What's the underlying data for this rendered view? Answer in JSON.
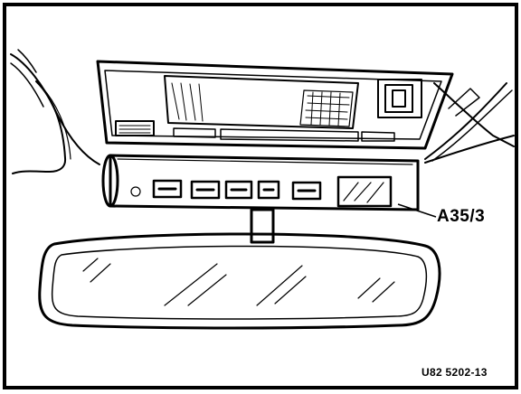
{
  "labels": {
    "callout": "A35/3",
    "figure_ref": "U82 5202-13"
  },
  "icons": {
    "illustration": "overhead-console-mirror-drawing",
    "pointer": "leader-line"
  },
  "colors": {
    "ink": "#000000",
    "paper": "#ffffff"
  }
}
